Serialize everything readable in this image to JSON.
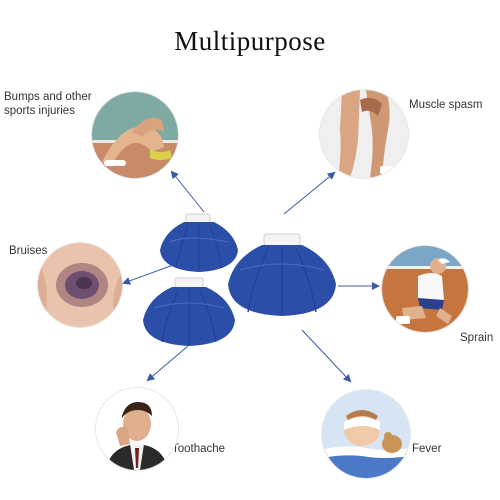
{
  "title": "Multipurpose",
  "labels": {
    "bumps": "Bumps and other sports injuries",
    "muscle": "Muscle spasm",
    "bruises": "Bruises",
    "sprain": "Sprain",
    "toothache": "Toothache",
    "fever": "Fever"
  },
  "colors": {
    "bag_blue": "#2b4fa8",
    "arrow_blue": "#3a5ca8",
    "cap_white": "#f4f4f4"
  }
}
